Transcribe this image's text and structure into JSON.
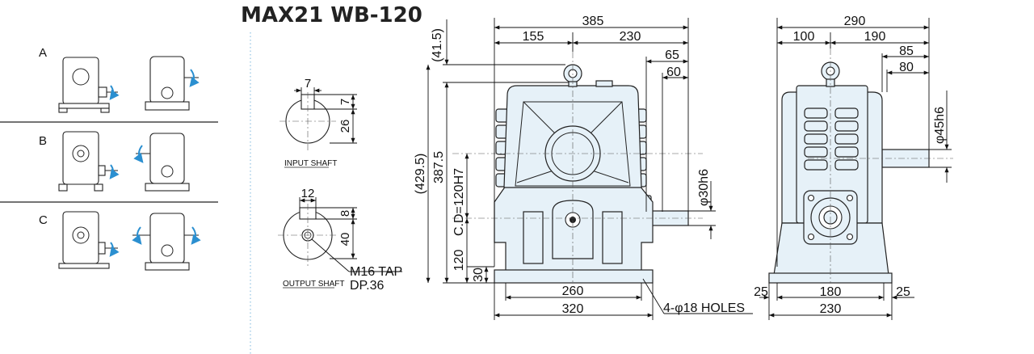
{
  "title": "MAX21 WB-120",
  "mounting": {
    "rows": [
      {
        "label": "A"
      },
      {
        "label": "B"
      },
      {
        "label": "C"
      }
    ]
  },
  "input_shaft": {
    "caption": "INPUT SHAFT",
    "key_width": "7",
    "key_depth": "7",
    "height": "26"
  },
  "output_shaft": {
    "caption": "OUTPUT SHAFT",
    "key_width": "12",
    "key_depth": "8",
    "height": "40",
    "tap": "M16 TAP",
    "tap_depth": "DP.36"
  },
  "front_view": {
    "overall_width": "385",
    "left_width": "155",
    "right_width": "230",
    "shaft_ext_1": "65",
    "shaft_ext_2": "60",
    "eyebolt_height": "(41.5)",
    "overall_height": "(429.5)",
    "body_height": "387.5",
    "center_distance": "C.D=120H7",
    "shaft_height": "120",
    "base_thickness": "30",
    "shaft_dia": "φ30h6",
    "foot_pitch": "260",
    "base_width": "320",
    "holes": "4-φ18 HOLES"
  },
  "side_view": {
    "overall_width": "290",
    "left_width": "100",
    "right_width": "190",
    "shaft_ext_1": "85",
    "shaft_ext_2": "80",
    "shaft_dia": "φ45h6",
    "edge_left": "25",
    "foot_pitch": "180",
    "edge_right": "25",
    "base_width": "230"
  }
}
